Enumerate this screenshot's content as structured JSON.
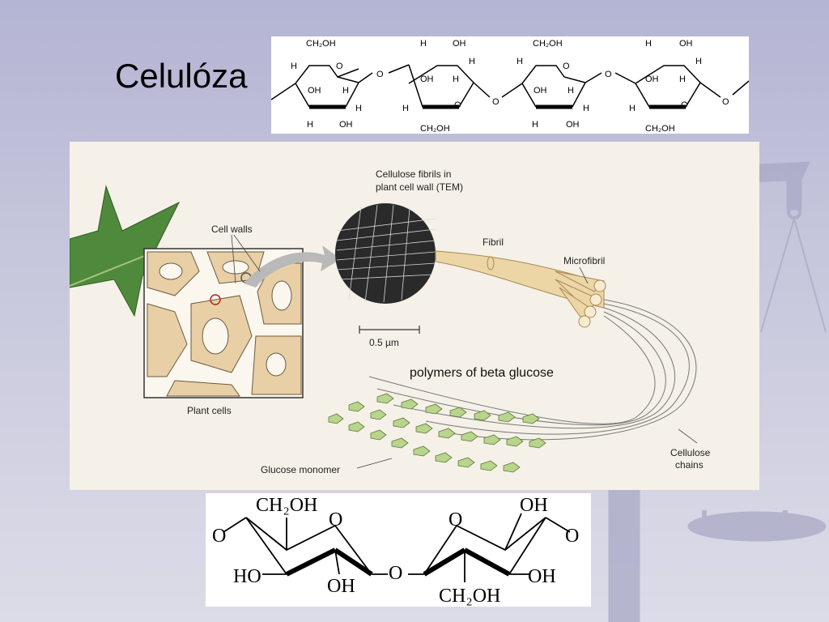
{
  "slide": {
    "title": "Celulóza"
  },
  "top_formula": {
    "atoms": {
      "ch2oh": "CH₂OH",
      "oh": "OH",
      "h": "H",
      "o": "O"
    }
  },
  "figure": {
    "labels": {
      "fibrils_line1": "Cellulose fibrils in",
      "fibrils_line2": "plant cell wall (TEM)",
      "cell_walls": "Cell walls",
      "plant_cells": "Plant cells",
      "fibril": "Fibril",
      "microfibril": "Microfibril",
      "scale": "0.5 µm",
      "polymers": "polymers of beta glucose",
      "glucose_monomer": "Glucose monomer",
      "cellulose_chains_line1": "Cellulose",
      "cellulose_chains_line2": "chains"
    }
  },
  "bottom_formula": {
    "atoms": {
      "ch2oh": "CH₂OH",
      "oh": "OH",
      "ho": "HO",
      "o": "O"
    }
  },
  "colors": {
    "leaf": "#4f8a3c",
    "cell_wall": "#e8cfa6",
    "fibril": "#ecd6a6",
    "glucose": "#b9d48c"
  }
}
